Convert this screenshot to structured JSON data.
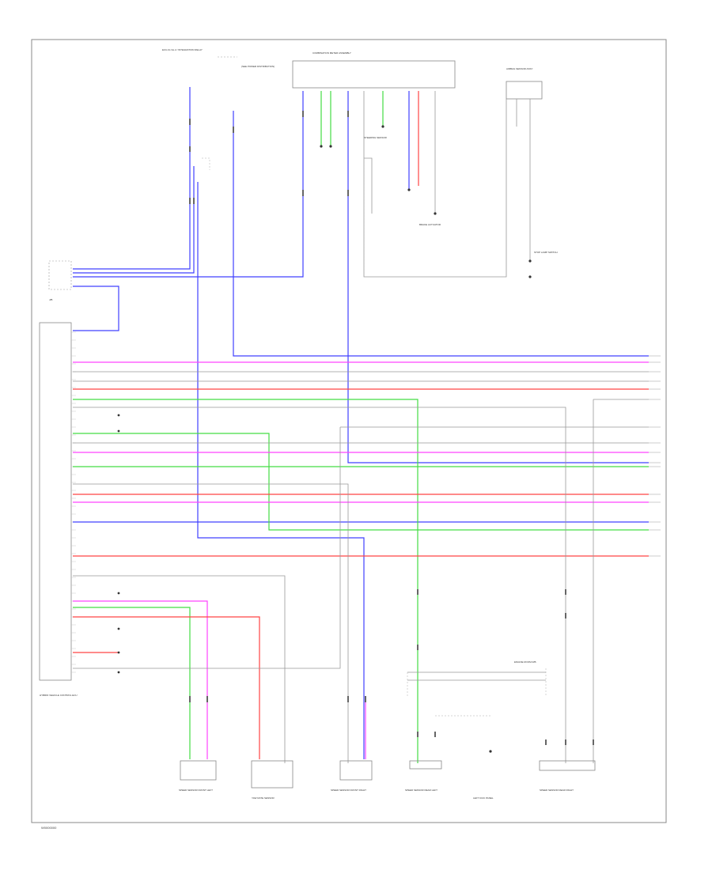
{
  "colors": {
    "blue": "#4040ff",
    "green": "#44dd44",
    "pink": "#ff44ff",
    "red": "#ff4444",
    "gray": "#999999",
    "black": "#222222"
  },
  "components": {
    "top_relay": "ECU-IG No.2 / INTEGRATION RELAY",
    "top_relay_note": "(SEE POWER DISTRIBUTION)",
    "combo_meter": "COMBINATION METER ASSEMBLY",
    "airbag": "AIRBAG SENSOR ASSY",
    "main_ecu": "HYBRID VEHICLE CONTROL ECU",
    "junction_block": "J/B",
    "engine_room_jb": "ENGINE ROOM R/B",
    "yaw_sensor": "YAW RATE SENSOR",
    "steering_sensor": "STEERING SENSOR",
    "brake_actuator": "BRAKE ACTUATOR",
    "front_left_speed": "SPEED SENSOR FRONT LEFT",
    "front_right_speed": "SPEED SENSOR FRONT RIGHT",
    "rear_left_speed": "SPEED SENSOR REAR LEFT",
    "rear_right_speed": "SPEED SENSOR REAR RIGHT",
    "stop_lamp": "STOP LAMP SWITCH",
    "left_kick": "LEFT KICK PANEL"
  },
  "footer": "W0000000"
}
